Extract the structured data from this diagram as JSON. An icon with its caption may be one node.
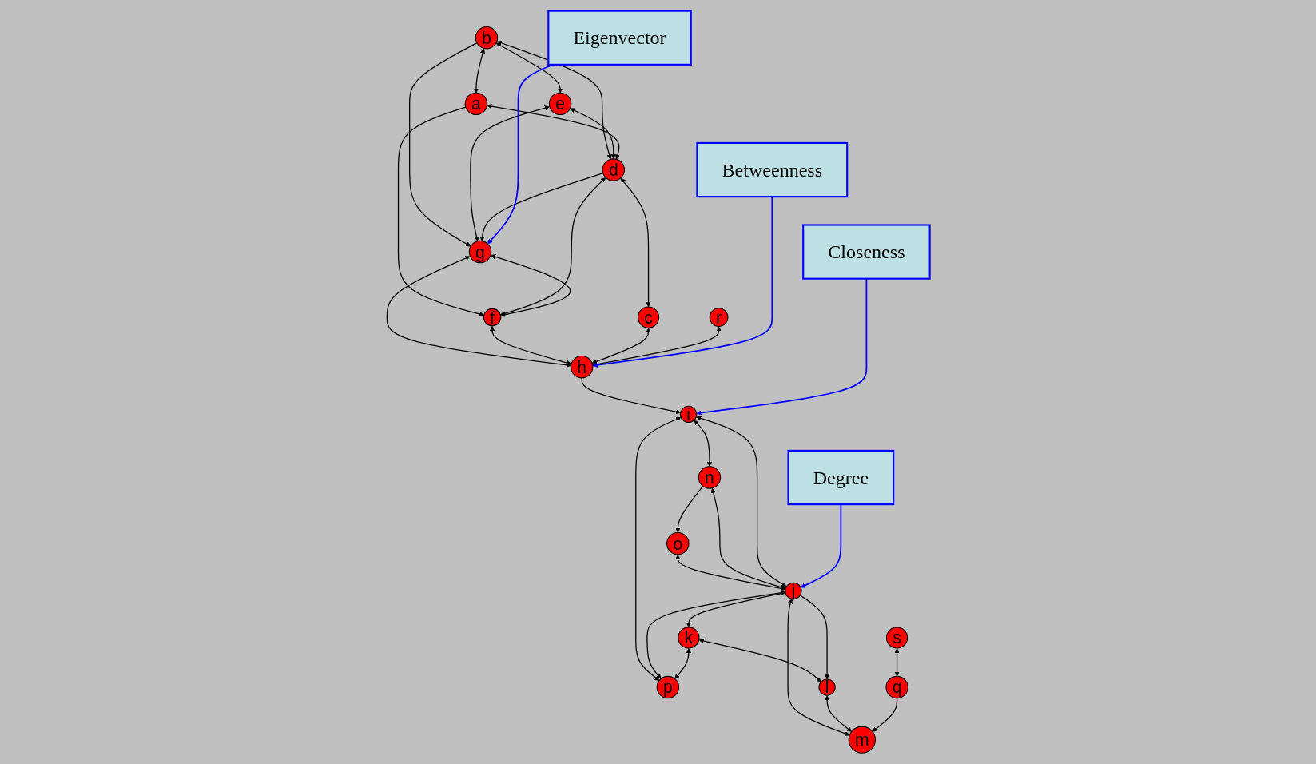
{
  "diagram": {
    "nodes": [
      {
        "text": [
          "b"
        ]
      },
      {
        "text": [
          "e"
        ]
      },
      {
        "text": [
          "Betweenness"
        ]
      },
      {
        "text": [
          "Closeness"
        ]
      },
      {
        "text": [
          "d"
        ]
      },
      {
        "text": [
          "a"
        ]
      },
      {
        "text": [
          "g"
        ]
      },
      {
        "text": [
          "Degree"
        ]
      },
      {
        "text": [
          "n"
        ]
      },
      {
        "text": [
          "f"
        ]
      },
      {
        "text": [
          "o"
        ]
      },
      {
        "text": [
          "h"
        ]
      },
      {
        "text": [
          "i"
        ]
      },
      {
        "text": [
          "c"
        ]
      },
      {
        "text": [
          "j"
        ]
      },
      {
        "text": [
          "k"
        ]
      },
      {
        "text": [
          "r"
        ]
      },
      {
        "text": [
          "p"
        ]
      },
      {
        "text": [
          "Eigenvector"
        ]
      },
      {
        "text": [
          "l"
        ]
      },
      {
        "text": [
          "q"
        ]
      },
      {
        "text": [
          "m"
        ]
      },
      {
        "text": [
          "s"
        ]
      }
    ],
    "edges": [
      {
        "from": 0,
        "to": 1,
        "arrow": "both"
      },
      {
        "from": 0,
        "to": 5,
        "arrow": "both"
      },
      {
        "from": 0,
        "to": 4,
        "arrow": "both"
      },
      {
        "from": 1,
        "to": 4,
        "arrow": "both"
      },
      {
        "from": 0,
        "to": 6,
        "arrow": "to"
      },
      {
        "from": 1,
        "to": 6,
        "arrow": "both"
      },
      {
        "from": 5,
        "to": 4,
        "arrow": "both"
      },
      {
        "from": 4,
        "to": 6,
        "arrow": "to"
      },
      {
        "from": 5,
        "to": 9,
        "arrow": "to"
      },
      {
        "from": 4,
        "to": 9,
        "arrow": "both"
      },
      {
        "from": 4,
        "to": 13,
        "arrow": "both"
      },
      {
        "from": 6,
        "to": 9,
        "arrow": "both"
      },
      {
        "from": 6,
        "to": 11,
        "arrow": "both"
      },
      {
        "from": 9,
        "to": 11,
        "arrow": "both"
      },
      {
        "from": 13,
        "to": 11,
        "arrow": "both"
      },
      {
        "from": 16,
        "to": 11,
        "arrow": "both"
      },
      {
        "from": 11,
        "to": 12,
        "arrow": "to"
      },
      {
        "from": 12,
        "to": 8,
        "arrow": "both"
      },
      {
        "from": 8,
        "to": 10,
        "arrow": "to"
      },
      {
        "from": 10,
        "to": 14,
        "arrow": "both"
      },
      {
        "from": 8,
        "to": 14,
        "arrow": "both"
      },
      {
        "from": 12,
        "to": 14,
        "arrow": "both"
      },
      {
        "from": 12,
        "to": 17,
        "arrow": "both"
      },
      {
        "from": 14,
        "to": 17,
        "arrow": "both"
      },
      {
        "from": 14,
        "to": 15,
        "arrow": "both"
      },
      {
        "from": 15,
        "to": 17,
        "arrow": "both"
      },
      {
        "from": 15,
        "to": 19,
        "arrow": "both"
      },
      {
        "from": 14,
        "to": 19,
        "arrow": "to"
      },
      {
        "from": 14,
        "to": 21,
        "arrow": "both"
      },
      {
        "from": 19,
        "to": 21,
        "arrow": "both"
      },
      {
        "from": 22,
        "to": 20,
        "arrow": "both"
      },
      {
        "from": 20,
        "to": 21,
        "arrow": "to"
      },
      {
        "from": 2,
        "to": 11,
        "arrow": "to",
        "color": "#0000ff"
      },
      {
        "from": 3,
        "to": 12,
        "arrow": "to",
        "color": "#0000ff"
      },
      {
        "from": 7,
        "to": 14,
        "arrow": "to",
        "color": "#0000ff"
      },
      {
        "from": 18,
        "to": 6,
        "arrow": "to",
        "color": "#0000ff"
      }
    ]
  }
}
